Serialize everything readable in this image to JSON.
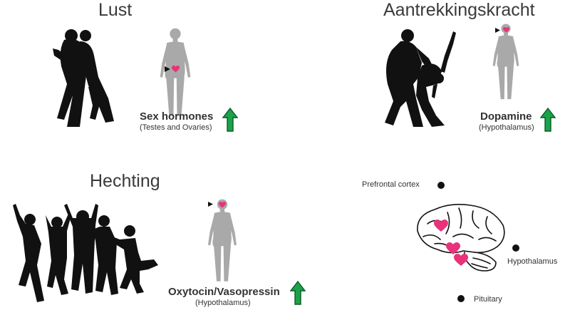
{
  "colors": {
    "figure_gray": "#a9a9a9",
    "heart_pink": "#e8337a",
    "arrow_green": "#1aa34a",
    "silhouette": "#111111"
  },
  "icons": {
    "lust_people": "embracing-couple-silhouette-icon",
    "attraction_people": "dancing-couple-silhouette-icon",
    "attachment_people": "jumping-group-silhouette-icon",
    "body": "human-body-icon",
    "heart": "heart-icon",
    "pointer": "pointer-triangle-icon",
    "up_arrow": "up-arrow-icon",
    "brain": "brain-icon"
  },
  "lust": {
    "title": "Lust",
    "hormone": "Sex hormones",
    "source": "(Testes and Ovaries)"
  },
  "attraction": {
    "title": "Aantrekkingskracht",
    "hormone": "Dopamine",
    "source": "(Hypothalamus)"
  },
  "attachment": {
    "title": "Hechting",
    "hormone": "Oxytocin/Vasopressin",
    "source": "(Hypothalamus)"
  },
  "brain": {
    "labels": {
      "prefrontal": "Prefrontal cortex",
      "hypothalamus": "Hypothalamus",
      "pituitary": "Pituitary"
    }
  }
}
